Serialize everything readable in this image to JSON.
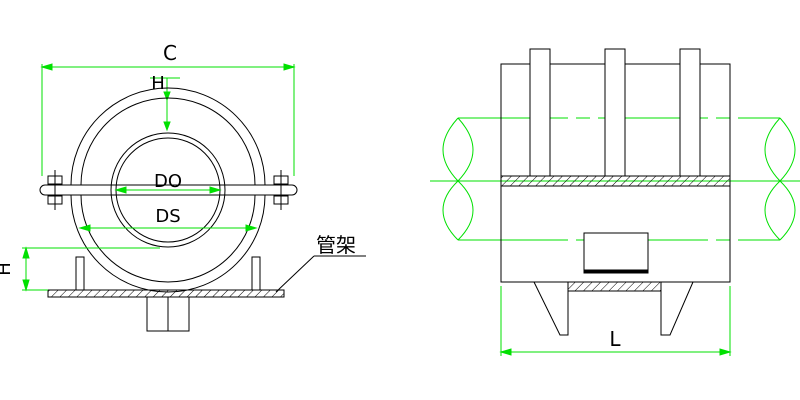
{
  "labels": {
    "c": "C",
    "h_top": "H",
    "do": "DO",
    "ds": "DS",
    "h_left": "H",
    "support": "管架",
    "l": "L"
  },
  "colors": {
    "outline": "#000000",
    "dimension": "#00e000",
    "text": "#000000",
    "background": "#ffffff"
  }
}
